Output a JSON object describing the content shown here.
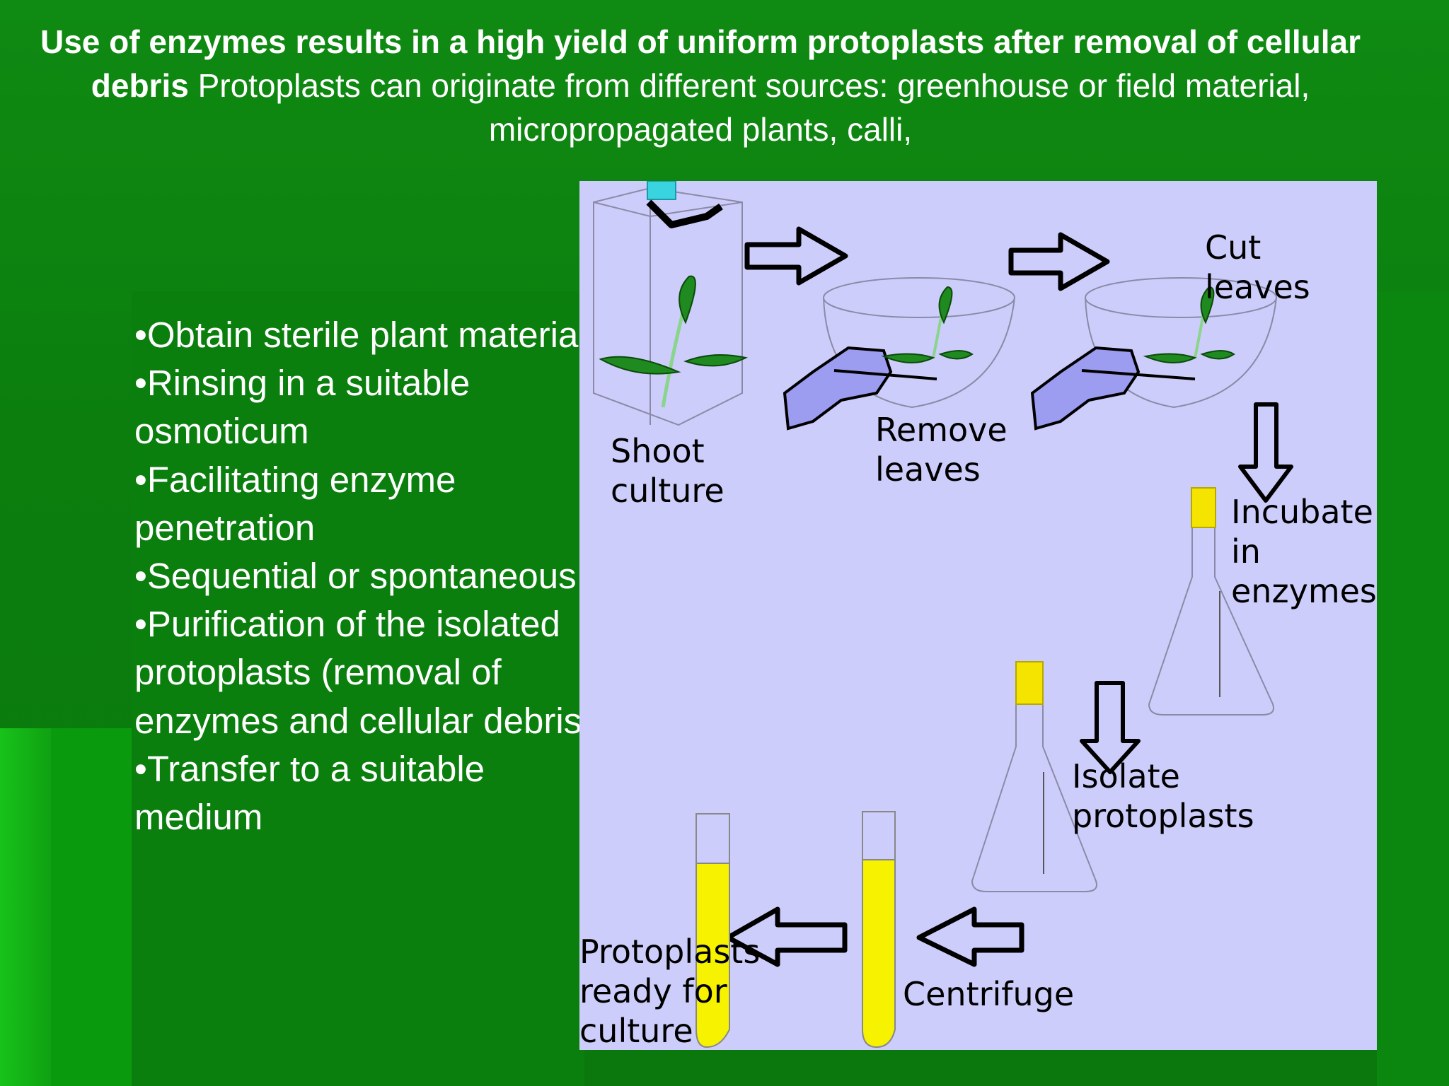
{
  "title": {
    "bold": "Use of enzymes results in a high yield of uniform protoplasts after removal of cellular debris",
    "normal": "Protoplasts can originate from different sources: greenhouse or field material, micropropagated plants, calli,"
  },
  "bullets": [
    "•Obtain sterile plant material",
    "•Rinsing in a suitable osmoticum",
    "•Facilitating enzyme penetration",
    "•Sequential or spontaneous",
    "•Purification of the isolated protoplasts (removal of enzymes and cellular debris)",
    "•Transfer to a suitable medium"
  ],
  "diagram": {
    "labels": {
      "shoot_culture": "Shoot culture",
      "remove_leaves": "Remove leaves",
      "cut_leaves": "Cut leaves",
      "incubate": "Incubate in enzymes",
      "isolate": "Isolate protoplasts",
      "centrifuge": "Centrifuge",
      "ready": "Protoplasts ready for culture"
    }
  },
  "colors": {
    "background": "#0b7e0e",
    "diagram_panel": "#cdcdfb",
    "flask_cap": "#f5e400",
    "tube_liquid": "#f7f200",
    "glove": "#9c9cf0",
    "leaf": "#1f8a1f"
  }
}
